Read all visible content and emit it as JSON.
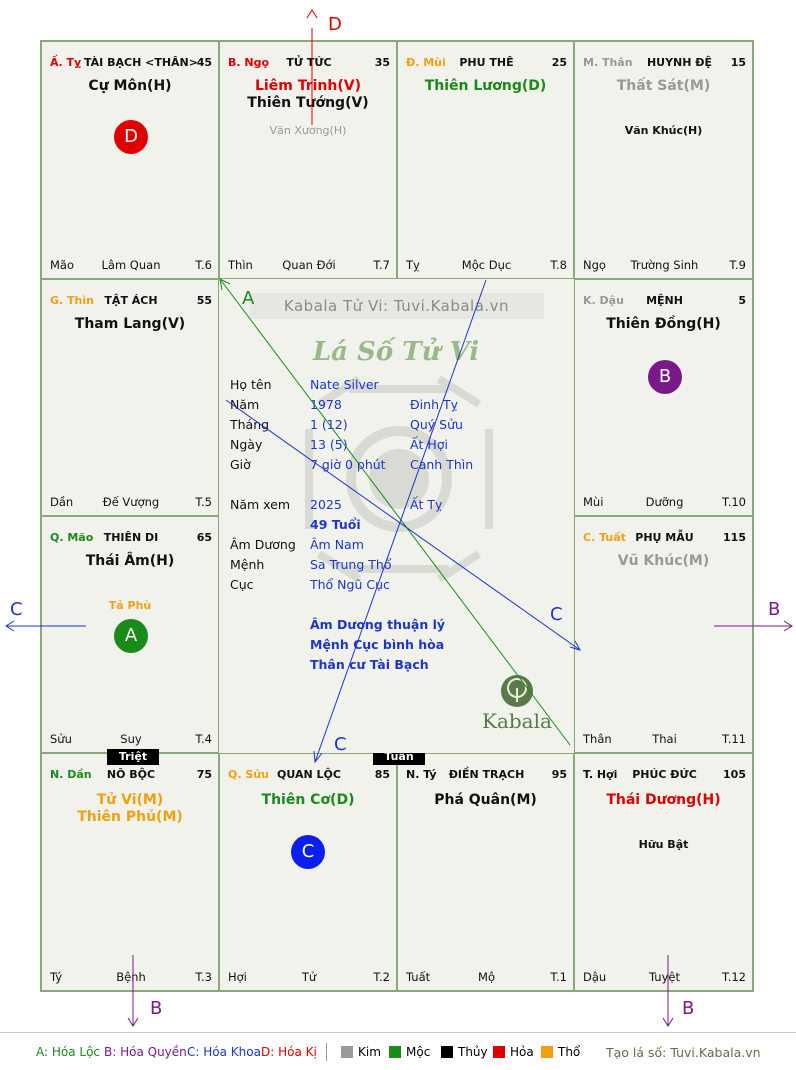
{
  "cells": {
    "ty": {
      "branch": "Ấ. Tỵ",
      "palace": "TÀI BẠCH <THÂN>",
      "age": "45",
      "main": [
        "Cự Môn(H)"
      ],
      "minors": [],
      "foot_l": "Mão",
      "foot_c": "Lâm Quan",
      "foot_r": "T.6"
    },
    "ngo": {
      "branch": "B. Ngọ",
      "palace": "TỬ TỨC",
      "age": "35",
      "main": [
        "Liêm Trinh(V)",
        "Thiên Tướng(V)"
      ],
      "minors": [
        "Văn Xương(H)"
      ],
      "foot_l": "Thìn",
      "foot_c": "Quan Đới",
      "foot_r": "T.7"
    },
    "mui": {
      "branch": "Đ. Mùi",
      "palace": "PHU THÊ",
      "age": "25",
      "main": [
        "Thiên Lương(D)"
      ],
      "minors": [],
      "foot_l": "Tỵ",
      "foot_c": "Mộc Dục",
      "foot_r": "T.8"
    },
    "than": {
      "branch": "M. Thân",
      "palace": "HUYNH ĐỆ",
      "age": "15",
      "main": [
        "Thất Sát(M)"
      ],
      "minors": [
        "Văn Khúc(H)"
      ],
      "foot_l": "Ngọ",
      "foot_c": "Trường Sinh",
      "foot_r": "T.9"
    },
    "thin": {
      "branch": "G. Thìn",
      "palace": "TẬT ÁCH",
      "age": "55",
      "main": [
        "Tham Lang(V)"
      ],
      "minors": [],
      "foot_l": "Dần",
      "foot_c": "Đế Vượng",
      "foot_r": "T.5"
    },
    "dau": {
      "branch": "K. Dậu",
      "palace": "MỆNH",
      "age": "5",
      "main": [
        "Thiên Đồng(H)"
      ],
      "minors": [],
      "foot_l": "Mùi",
      "foot_c": "Dưỡng",
      "foot_r": "T.10"
    },
    "mao": {
      "branch": "Q. Mão",
      "palace": "THIÊN DI",
      "age": "65",
      "main": [
        "Thái Âm(H)"
      ],
      "minors": [
        "Tả Phù"
      ],
      "foot_l": "Sửu",
      "foot_c": "Suy",
      "foot_r": "T.4"
    },
    "tuat": {
      "branch": "C. Tuất",
      "palace": "PHỤ MẪU",
      "age": "115",
      "main": [
        "Vũ Khúc(M)"
      ],
      "minors": [],
      "foot_l": "Thân",
      "foot_c": "Thai",
      "foot_r": "T.11"
    },
    "dan": {
      "branch": "N. Dần",
      "palace": "NÔ BỘC",
      "age": "75",
      "main": [
        "Tử Vi(M)",
        "Thiên Phủ(M)"
      ],
      "minors": [],
      "foot_l": "Tý",
      "foot_c": "Bệnh",
      "foot_r": "T.3"
    },
    "suu": {
      "branch": "Q. Sửu",
      "palace": "QUAN LỘC",
      "age": "85",
      "main": [
        "Thiên Cơ(D)"
      ],
      "minors": [],
      "foot_l": "Hợi",
      "foot_c": "Tử",
      "foot_r": "T.2"
    },
    "tys": {
      "branch": "N. Tý",
      "palace": "ĐIỀN TRẠCH",
      "age": "95",
      "main": [
        "Phá Quân(M)"
      ],
      "minors": [],
      "foot_l": "Tuất",
      "foot_c": "Mộ",
      "foot_r": "T.1"
    },
    "hoi": {
      "branch": "T. Hợi",
      "palace": "PHÚC ĐỨC",
      "age": "105",
      "main": [
        "Thái Dương(H)"
      ],
      "minors": [
        "Hữu Bật"
      ],
      "foot_l": "Dậu",
      "foot_c": "Tuyệt",
      "foot_r": "T.12"
    }
  },
  "tags": {
    "triet": "Triệt",
    "tuan": "Tuần"
  },
  "circles": {
    "a": "A",
    "b": "B",
    "c": "C",
    "d": "D"
  },
  "arrows": {
    "d_top": "D",
    "c_left": "C",
    "b_right": "B",
    "b_bottom_left": "B",
    "b_bottom_right": "B"
  },
  "lines": {
    "a": "A",
    "c1": "C",
    "c2": "C"
  },
  "center": {
    "watermark": "Kabala Tử Vi: Tuvi.Kabala.vn",
    "title": "Lá Số Tử Vi",
    "labels": {
      "name": "Họ tên",
      "year": "Năm",
      "month": "Tháng",
      "day": "Ngày",
      "hour": "Giờ",
      "view_year": "Năm xem",
      "am_duong": "Âm Dương",
      "menh": "Mệnh",
      "cuc": "Cục"
    },
    "values": {
      "name": "Nate Silver",
      "year": "1978",
      "year_can": "Đinh Tỵ",
      "month": "1  (12)",
      "month_can": "Quý Sửu",
      "day": "13  (5)",
      "day_can": "Ất Hợi",
      "hour": "7 giờ 0 phút",
      "hour_can": "Canh Thìn",
      "view_year": "2025",
      "view_year_can": "Ất Tỵ",
      "age": "49 Tuổi",
      "am_duong": "Âm Nam",
      "menh": "Sa Trung Thổ",
      "cuc": "Thổ Ngũ Cục"
    },
    "notes": [
      "Âm Dương thuận lý",
      "Mệnh Cục bình hòa",
      "Thân cư Tài Bạch"
    ],
    "logo": "Kabala"
  },
  "legend": {
    "a": "A: Hóa Lộc",
    "b": "B: Hóa Quyền",
    "c": "C: Hóa Khoa",
    "d": "D: Hóa Kị",
    "kim": "Kim",
    "moc": "Mộc",
    "thuy": "Thủy",
    "hoa": "Hỏa",
    "tho": "Thổ",
    "site": "Tạo lá số: Tuvi.Kabala.vn"
  },
  "colors": {
    "kim": "#999999",
    "moc": "#1a8a1a",
    "thuy": "#000000",
    "hoa": "#e00000",
    "tho": "#f0a010",
    "blue": "#1d35c9",
    "purple": "#7a1a8a"
  }
}
